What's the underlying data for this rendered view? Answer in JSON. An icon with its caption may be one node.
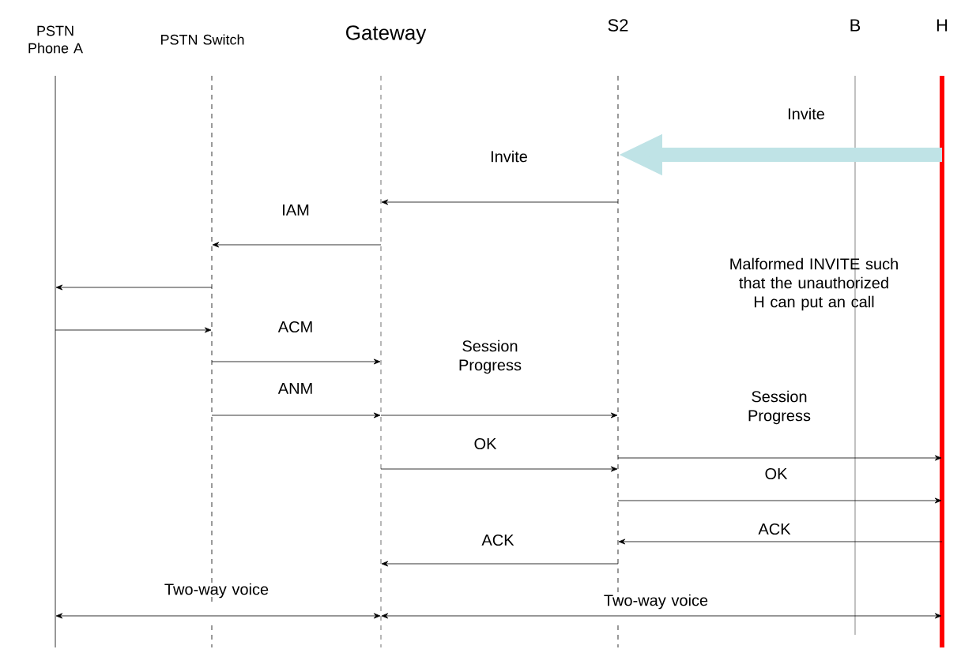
{
  "diagram": {
    "nodes": [
      {
        "text": [
          "PSTN Phone A"
        ]
      },
      {
        "text": [
          "PSTN Switch"
        ]
      },
      {
        "text": [
          "Gateway"
        ]
      },
      {
        "text": [
          "S2"
        ]
      },
      {
        "text": [
          "B"
        ]
      },
      {
        "text": [
          "H"
        ]
      }
    ],
    "edges": [
      {
        "from": 5,
        "to": 3,
        "arrow": "to",
        "label": "Invite",
        "style": "thick",
        "color": "#bfe3e6"
      },
      {
        "from": 3,
        "to": 2,
        "arrow": "to",
        "label": "Invite"
      },
      {
        "from": 2,
        "to": 1,
        "arrow": "to",
        "label": "IAM"
      },
      {
        "from": 1,
        "to": 0,
        "arrow": "to"
      },
      {
        "from": 0,
        "to": 1,
        "arrow": "to"
      },
      {
        "from": 1,
        "to": 2,
        "arrow": "to",
        "label": "ACM"
      },
      {
        "from": 1,
        "to": 2,
        "arrow": "to",
        "label": "ANM"
      },
      {
        "from": 2,
        "to": 3,
        "arrow": "to",
        "label": "Session Progress"
      },
      {
        "from": 2,
        "to": 3,
        "arrow": "to",
        "label": "OK"
      },
      {
        "from": 3,
        "to": 5,
        "arrow": "to",
        "label": "Session Progress"
      },
      {
        "from": 3,
        "to": 5,
        "arrow": "to",
        "label": "OK"
      },
      {
        "from": 5,
        "to": 3,
        "arrow": "to",
        "label": "ACK"
      },
      {
        "from": 3,
        "to": 2,
        "arrow": "to",
        "label": "ACK"
      },
      {
        "from": 0,
        "to": 2,
        "arrow": "both",
        "label": "Two-way voice"
      },
      {
        "from": 2,
        "to": 5,
        "arrow": "both",
        "label": "Two-way voice"
      }
    ],
    "labels": [
      "Malformed INVITE such that the unauthorized H can put an call"
    ]
  }
}
